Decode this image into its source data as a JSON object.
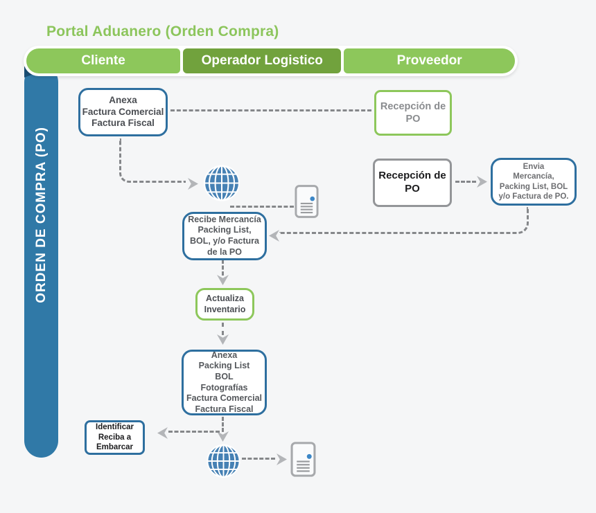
{
  "palette": {
    "background": "#f5f6f7",
    "green_light": "#8dc75b",
    "green_dark": "#71a23d",
    "title_green": "#8cc55c",
    "blue_bar": "#3079a7",
    "blue_bar_fold": "#1a4f75",
    "blue_border": "#2e6f9f",
    "green_border": "#8dc75b",
    "gray_border": "#939598",
    "dash_gray": "#85878a",
    "arrow_gray": "#b3b5b8",
    "icon_blue": "#4681b4"
  },
  "title": "Portal Aduanero (Orden Compra)",
  "lanes": [
    {
      "label": "Cliente"
    },
    {
      "label": "Operador Logistico"
    },
    {
      "label": "Proveedor"
    }
  ],
  "sidebar": {
    "label": "ORDEN DE COMPRA (PO)"
  },
  "nodes": {
    "anexa_facturas": {
      "text": "Anexa\nFactura Comercial\nFactura Fiscal"
    },
    "recepcion_po_proveedor": {
      "text": "Recepción de\nPO"
    },
    "recepcion_po_operador": {
      "text": "Recepción de\nPO"
    },
    "envia_mercancia": {
      "text": "Envia\nMercancía,\nPacking List, BOL\ny/o Factura de PO."
    },
    "recibe_mercancia": {
      "text": "Recibe Mercancía\nPacking List,\nBOL, y/o Factura\nde la PO"
    },
    "actualiza_inventario": {
      "text": "Actualiza\nInventario"
    },
    "anexa_documentos": {
      "text": "Anexa\nPacking List\nBOL\nFotografías\nFactura Comercial\nFactura Fiscal"
    },
    "identificar_reciba": {
      "text": "Identificar\nReciba a\nEmbarcar"
    }
  },
  "icons": {
    "globe_operador": "globe-icon",
    "server_operador": "server-icon",
    "globe_embarque": "globe-icon",
    "server_embarque": "server-icon"
  }
}
